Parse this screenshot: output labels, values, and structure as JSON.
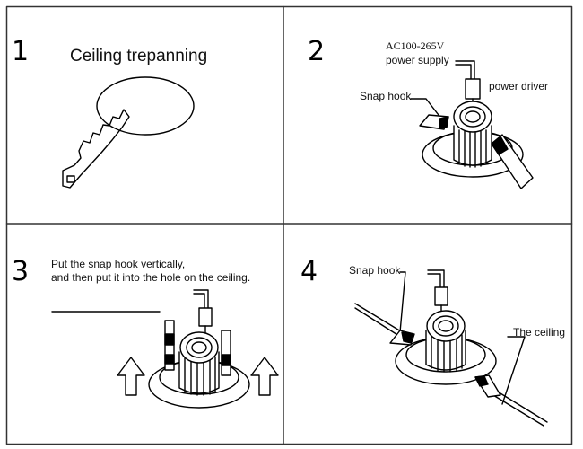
{
  "panels": [
    {
      "number": "1",
      "title": "Ceiling trepanning"
    },
    {
      "number": "2",
      "labels": {
        "supply_line1": "AC100-265V",
        "supply_line2": "power supply",
        "driver": "power driver",
        "snap_hook": "Snap hook"
      }
    },
    {
      "number": "3",
      "instruction_line1": "Put the snap hook vertically,",
      "instruction_line2": "and then put it into the hole on the ceiling."
    },
    {
      "number": "4",
      "labels": {
        "snap_hook": "Snap hook",
        "ceiling": "The ceiling"
      }
    }
  ],
  "colors": {
    "line": "#000000",
    "background": "#ffffff",
    "border": "#333333",
    "highlight": "#d9d9d9"
  },
  "icons": [
    "saw-icon",
    "downlight-icon",
    "arrow-up-icon",
    "snap-hook-icon",
    "wire-connector-icon"
  ]
}
